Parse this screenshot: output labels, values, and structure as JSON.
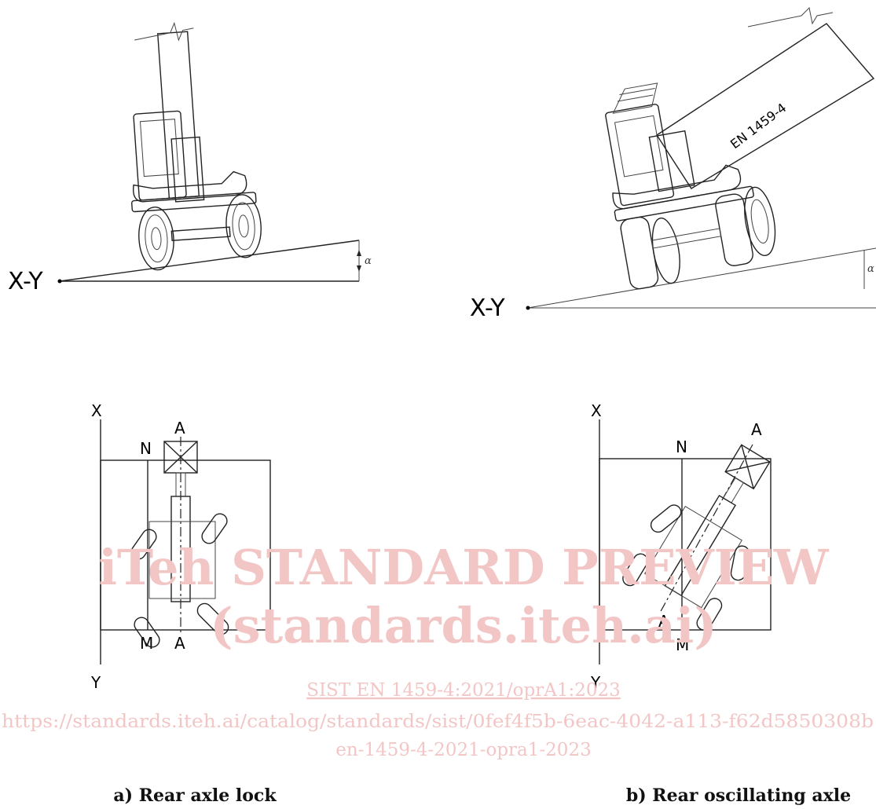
{
  "watermark": {
    "line1": "iTeh STANDARD PREVIEW",
    "line2": "(standards.iteh.ai)",
    "code": "SIST EN 1459-4:2021/oprA1:2023",
    "url": "https://standards.iteh.ai/catalog/standards/sist/0fef4f5b-6eac-4042-a113-f62d5850308b",
    "slug": "en-1459-4-2021-opra1-2023"
  },
  "diagram_a": {
    "slope_label": "X-Y",
    "angle_label": "α",
    "plan_labels": {
      "x": "X",
      "y": "Y",
      "n": "N",
      "m": "M",
      "a_top": "A",
      "a_bottom": "A"
    },
    "caption": "a) Rear axle lock"
  },
  "diagram_b": {
    "slope_label": "X-Y",
    "angle_label": "α",
    "boom_text": "EN 1459-4",
    "plan_labels": {
      "x": "X",
      "y": "Y",
      "n": "N",
      "m": "M",
      "a_top": "A",
      "a_bottom": "A"
    },
    "caption": "b) Rear oscillating axle"
  }
}
